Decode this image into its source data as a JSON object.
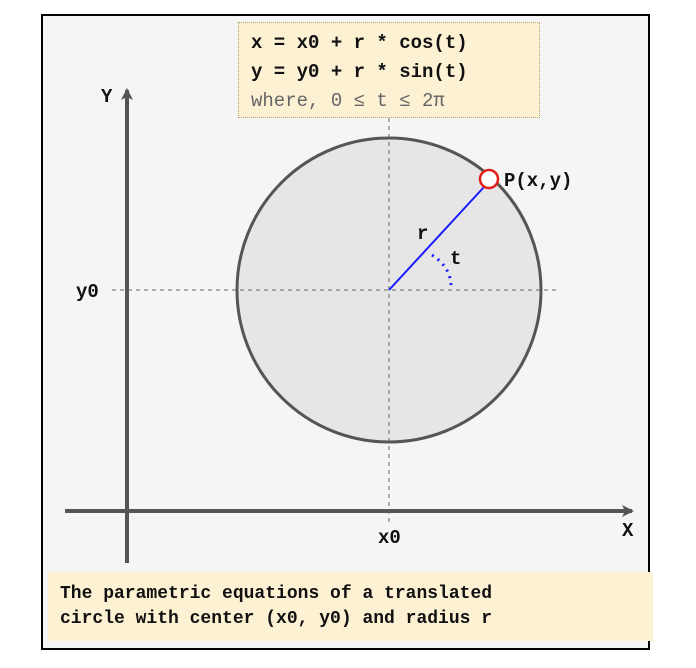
{
  "equations": {
    "line1": "x = x0 + r * cos(t)",
    "line2": "y = y0 + r * sin(t)",
    "line3": "where, 0 ≤ t ≤ 2π"
  },
  "labels": {
    "x_axis": "X",
    "y_axis": "Y",
    "center_x": "x0",
    "center_y": "y0",
    "radius": "r",
    "angle": "t",
    "point": "P(x,y)"
  },
  "caption": {
    "line1": "The parametric equations of a translated",
    "line2": "circle with center (x0, y0) and radius r"
  },
  "colors": {
    "frame_bg": "#f5f5f5",
    "circle_fill": "#e6e6e6",
    "circle_stroke": "#555555",
    "radius_line": "#1a1aff",
    "point_marker": "#e01e1e",
    "note_bg": "#fdf1d4"
  }
}
